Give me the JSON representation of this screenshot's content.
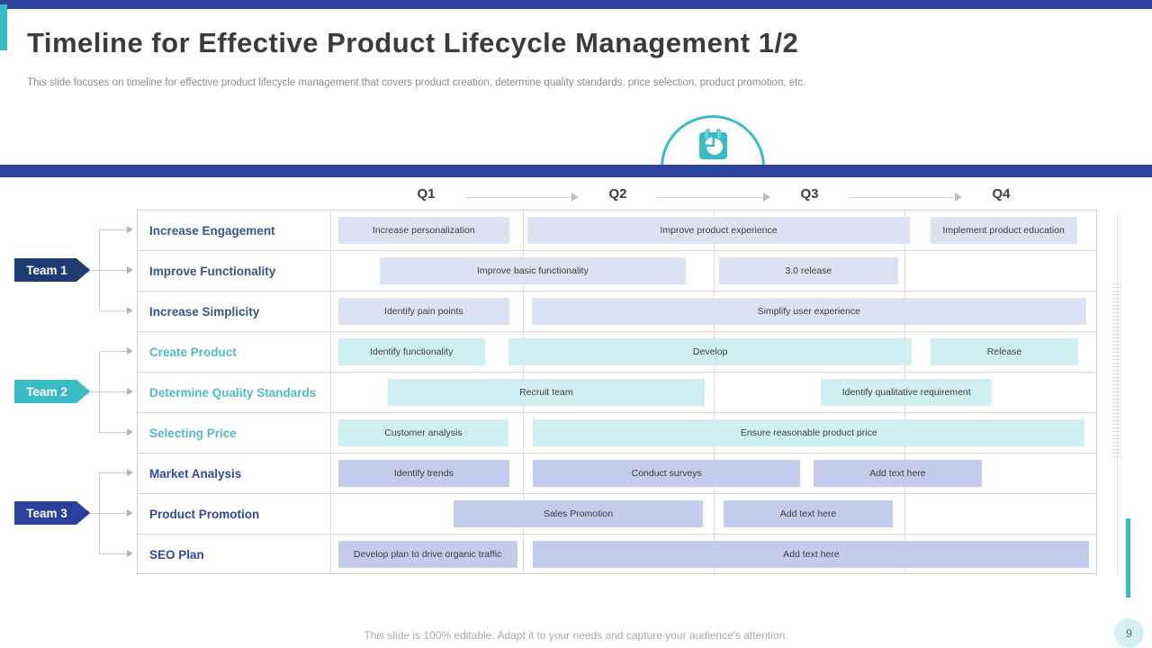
{
  "header": {
    "title": "Timeline for Effective Product Lifecycle Management 1/2",
    "subtitle": "This slide focuses on timeline for effective product lifecycle management that covers product creation, determine quality standards, price selection, product promotion, etc."
  },
  "quarters": [
    "Q1",
    "Q2",
    "Q3",
    "Q4"
  ],
  "teams": [
    {
      "label": "Team 1",
      "color": "#1E3C74"
    },
    {
      "label": "Team 2",
      "color": "#3ABCC6"
    },
    {
      "label": "Team 3",
      "color": "#2B3F9B"
    }
  ],
  "rows": [
    {
      "label": "Increase Engagement",
      "team": 1,
      "bars": [
        {
          "text": "Increase personalization",
          "left": 0.9,
          "width": 22.4
        },
        {
          "text": "Improve product experience",
          "left": 25.6,
          "width": 50.1
        },
        {
          "text": "Implement product education",
          "left": 78.3,
          "width": 19.2
        }
      ]
    },
    {
      "label": "Improve Functionality",
      "team": 1,
      "bars": [
        {
          "text": "Improve basic functionality",
          "left": 6.3,
          "width": 40.1
        },
        {
          "text": "3.0 release",
          "left": 50.7,
          "width": 23.4
        }
      ]
    },
    {
      "label": "Increase Simplicity",
      "team": 1,
      "bars": [
        {
          "text": "Identify pain points",
          "left": 0.9,
          "width": 22.4
        },
        {
          "text": "Simplify user experience",
          "left": 26.2,
          "width": 72.5
        }
      ]
    },
    {
      "label": "Create Product",
      "team": 2,
      "bars": [
        {
          "text": "Identify functionality",
          "left": 0.9,
          "width": 19.2
        },
        {
          "text": "Develop",
          "left": 23.2,
          "width": 52.7
        },
        {
          "text": "Release",
          "left": 78.3,
          "width": 19.4
        }
      ]
    },
    {
      "label": "Determine Quality Standards",
      "team": 2,
      "bars": [
        {
          "text": "Recruit team",
          "left": 7.4,
          "width": 41.4
        },
        {
          "text": "Identify qualitative requirement",
          "left": 64.0,
          "width": 22.4
        }
      ]
    },
    {
      "label": "Selecting Price",
      "team": 2,
      "bars": [
        {
          "text": "Customer analysis",
          "left": 0.9,
          "width": 22.3
        },
        {
          "text": "Ensure reasonable product price",
          "left": 26.4,
          "width": 72.1
        }
      ]
    },
    {
      "label": "Market Analysis",
      "team": 3,
      "bars": [
        {
          "text": "Identify trends",
          "left": 0.9,
          "width": 22.4
        },
        {
          "text": "Conduct surveys",
          "left": 26.4,
          "width": 34.9
        },
        {
          "text": "Add text here",
          "left": 63.0,
          "width": 22.1
        }
      ]
    },
    {
      "label": "Product Promotion",
      "team": 3,
      "bars": [
        {
          "text": "Sales Promotion",
          "left": 16.0,
          "width": 32.6
        },
        {
          "text": "Add text here",
          "left": 51.3,
          "width": 22.1
        }
      ]
    },
    {
      "label": "SEO Plan",
      "team": 3,
      "bars": [
        {
          "text": "Develop plan to drive organic traffic",
          "left": 0.9,
          "width": 23.4
        },
        {
          "text": "Add text here",
          "left": 26.4,
          "width": 72.7
        }
      ]
    }
  ],
  "icon": {
    "name": "calendar-pie-chart",
    "color": "#38BDC7"
  },
  "footer": {
    "note": "This slide is 100% editable. Adapt it to your needs and capture your audience's attention.",
    "page_number": "9"
  },
  "colors": {
    "accent_teal": "#38BDC7",
    "ribbon_blue": "#2B459E",
    "team1_navy": "#1E3C74",
    "team3_blue": "#2B3F9B",
    "bar_team1": "#DDE1F4",
    "bar_team2": "#CFEFF2",
    "bar_team3": "#C3CCEC"
  }
}
